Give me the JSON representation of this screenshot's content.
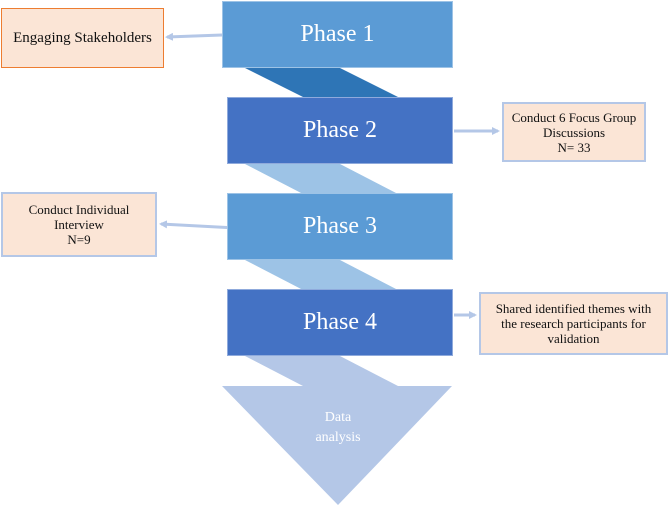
{
  "diagram": {
    "phases": [
      {
        "label": "Phase 1"
      },
      {
        "label": "Phase 2"
      },
      {
        "label": "Phase 3"
      },
      {
        "label": "Phase 4"
      }
    ],
    "outputs": [
      {
        "text": "Engaging Stakeholders"
      },
      {
        "text": "Conduct 6 Focus Group\nDiscussions\nN= 33"
      },
      {
        "text": "Conduct Individual\nInterview\nN=9"
      },
      {
        "text": "Shared identified themes with\nthe research participants for\nvalidation"
      }
    ],
    "final_step": "Data\nanalysis",
    "colors": {
      "phase_light": "#5b9bd5",
      "phase_dark": "#4472c4",
      "connector_dark": "#2e75b6",
      "connector_light": "#9dc3e6",
      "funnel": "#b4c7e7",
      "note_fill": "#fbe5d6",
      "note_border_orange": "#ed7d31",
      "arrow": "#b4c7e7"
    }
  }
}
